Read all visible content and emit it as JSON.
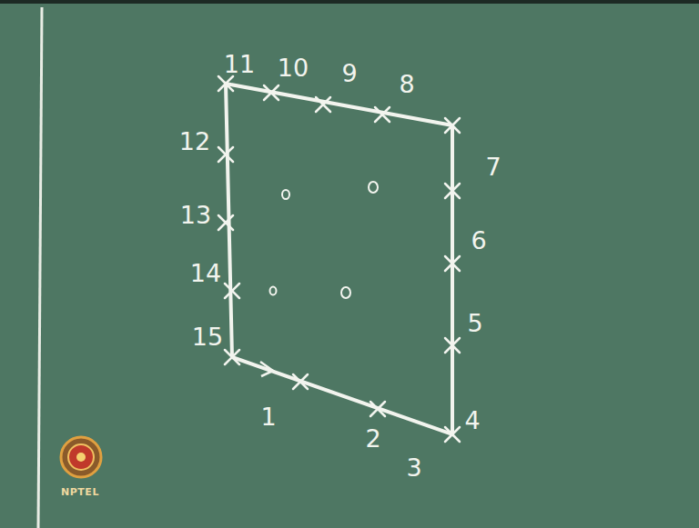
{
  "diagram": {
    "labels": [
      "11",
      "10",
      "9",
      "8",
      "12",
      "7",
      "13",
      "6",
      "14",
      "5",
      "15",
      "1",
      "2",
      "3",
      "4",
      "NPTEL"
    ]
  }
}
